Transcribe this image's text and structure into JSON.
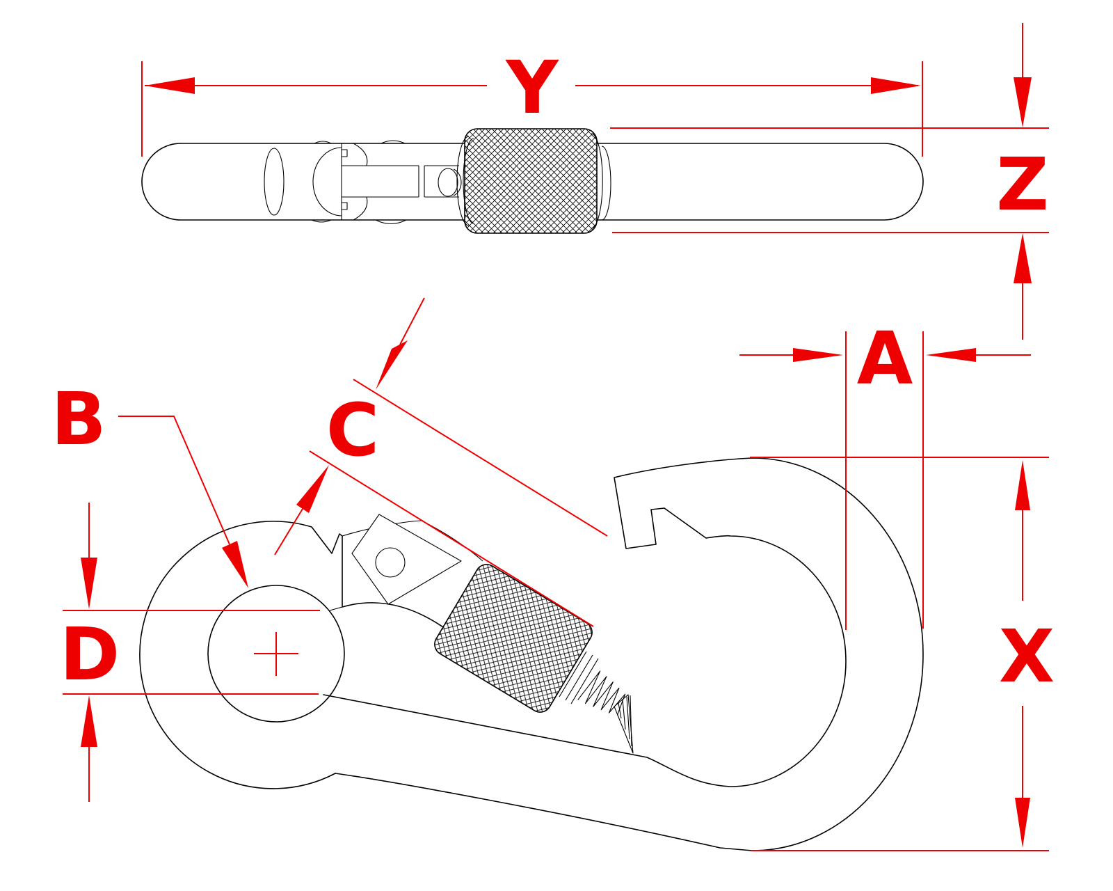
{
  "page": {
    "background": "#ffffff"
  },
  "colors": {
    "annotation_red": "#ef0000",
    "drawing_black": "#000000"
  },
  "views": {
    "top": {
      "description_labels": {
        "y": "Y",
        "z": "Z"
      }
    },
    "front": {
      "description_labels": {
        "a": "A",
        "b": "B",
        "c": "C",
        "d": "D",
        "x": "X"
      }
    }
  }
}
